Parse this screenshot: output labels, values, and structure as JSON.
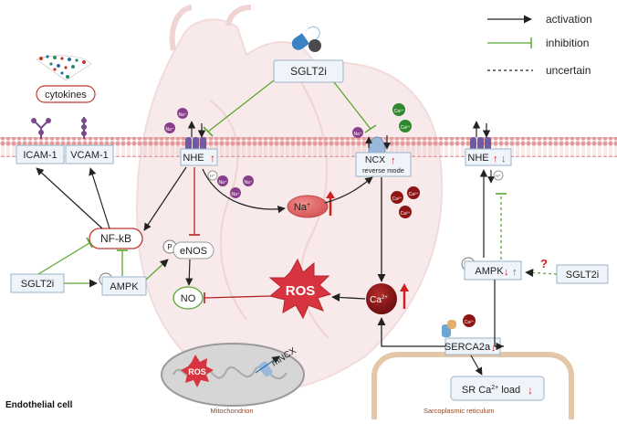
{
  "legend": {
    "activation": "activation",
    "inhibition": "inhibition",
    "uncertain": "uncertain"
  },
  "drug": {
    "top": "SGLT2i",
    "left": "SGLT2i",
    "right": "SGLT2i"
  },
  "labels": {
    "cytokines": "cytokines",
    "icam": "ICAM-1",
    "vcam": "VCAM-1",
    "nhe_left": "NHE",
    "ncx": "NCX",
    "ncx_mode": "reverse mode",
    "nhe_right": "NHE",
    "nfkb": "NF-kB",
    "enos": "eNOS",
    "ampk_left": "AMPK",
    "ampk_right": "AMPK",
    "no": "NO",
    "ros_main": "ROS",
    "ros_mito": "ROS",
    "na_center": "Na",
    "na_sup": "+",
    "ca_center": "Ca",
    "ca_sup": "2+",
    "serca": "SERCA2a",
    "sr_load": "SR Ca",
    "sr_load_sup": "2+",
    "sr_load_tail": " load",
    "mncx": "mNCX",
    "mitochondrion": "Mitochondrion",
    "sr": "Sarcoplasmic reticulum",
    "endothelial": "Endothelial cell",
    "phospho": "P",
    "question": "?",
    "ion_na": "Na⁺",
    "ion_ca": "Ca²⁺",
    "ion_h": "H⁺"
  },
  "colors": {
    "activation": "#222222",
    "inhibition": "#5aa832",
    "inhibition_red": "#b22222",
    "membrane": "#e39a9a",
    "ros": "#d8343f",
    "ca_dark": "#8e1515",
    "na_purple": "#8a3d8a",
    "ca_green": "#2f8a2f"
  }
}
